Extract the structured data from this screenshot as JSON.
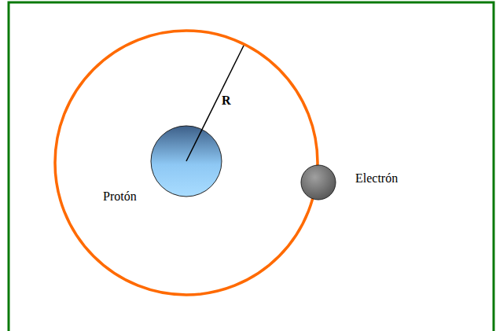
{
  "diagram": {
    "labels": [
      "R",
      "Protón",
      "Electrón"
    ]
  }
}
